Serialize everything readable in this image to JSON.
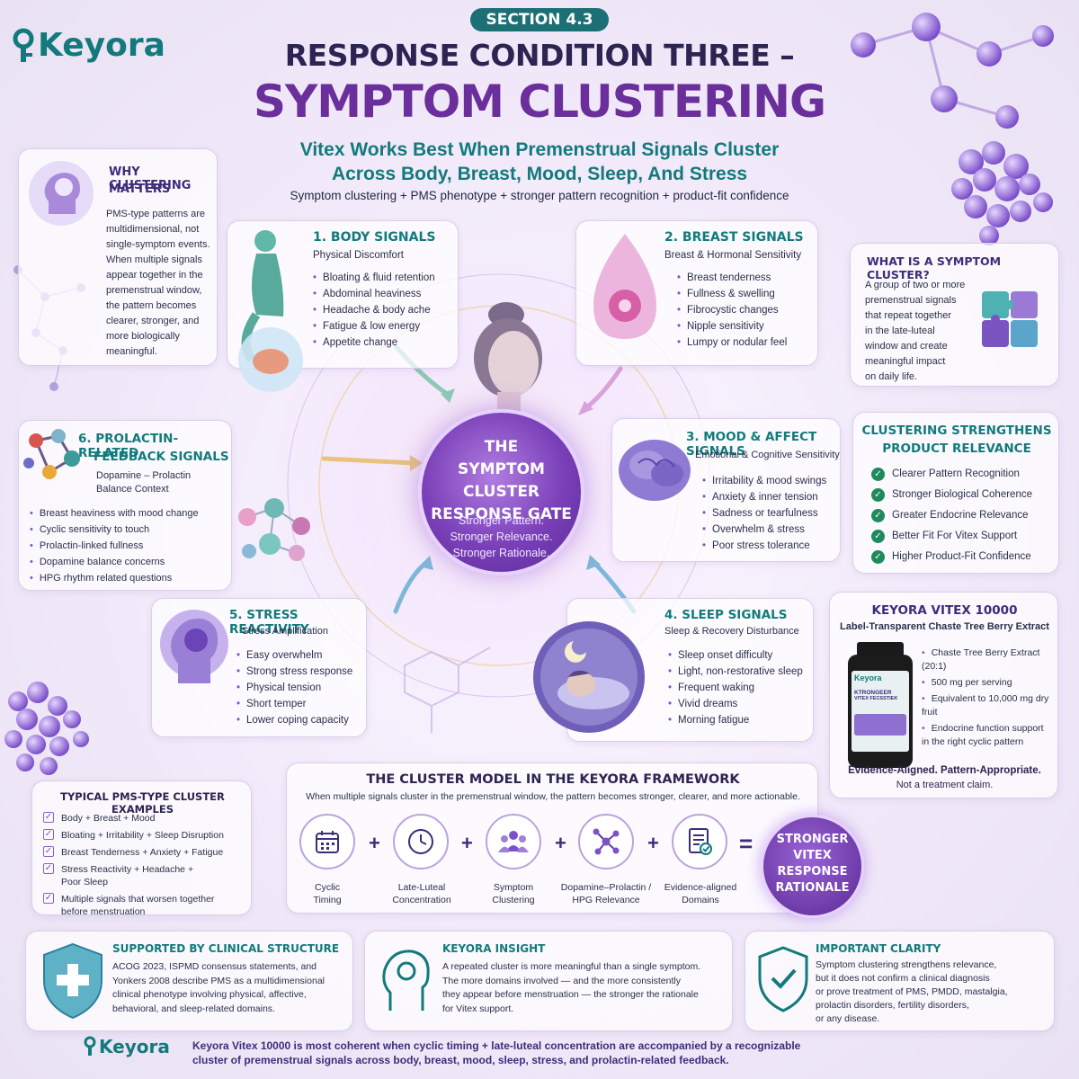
{
  "brand": {
    "name": "Keyora"
  },
  "header": {
    "section": "SECTION 4.3",
    "title_line1": "RESPONSE CONDITION THREE –",
    "title_line2": "SYMPTOM CLUSTERING",
    "subtitle_line1": "Vitex Works Best When Premenstrual Signals Cluster",
    "subtitle_line2": "Across Body, Breast, Mood, Sleep, And Stress",
    "tagline": "Symptom clustering + PMS phenotype + stronger pattern recognition + product-fit confidence"
  },
  "why": {
    "title_line1": "WHY CLUSTERING",
    "title_line2": "MATTERS",
    "lines": [
      "PMS-type patterns are",
      "multidimensional, not",
      "single-symptom events.",
      "When multiple signals",
      "appear together in the",
      "premenstrual window,",
      "the pattern becomes",
      "clearer, stronger, and",
      "more biologically",
      "meaningful."
    ]
  },
  "body": {
    "title": "1. BODY SIGNALS",
    "subtitle": "Physical Discomfort",
    "items": [
      "Bloating & fluid retention",
      "Abdominal heaviness",
      "Headache & body ache",
      "Fatigue & low energy",
      "Appetite change"
    ]
  },
  "breast": {
    "title": "2. BREAST SIGNALS",
    "subtitle": "Breast & Hormonal Sensitivity",
    "items": [
      "Breast tenderness",
      "Fullness & swelling",
      "Fibrocystic changes",
      "Nipple sensitivity",
      "Lumpy or nodular feel"
    ]
  },
  "cluster_def": {
    "title": "WHAT IS A SYMPTOM CLUSTER?",
    "lines": [
      "A group of two or more",
      "premenstrual signals",
      "that repeat together",
      "in the late-luteal",
      "window and create",
      "meaningful impact",
      "on daily life."
    ]
  },
  "prolactin": {
    "title_line1": "6. PROLACTIN-RELATED",
    "title_line2": "FEEDBACK SIGNALS",
    "subtitle_line1": "Dopamine – Prolactin",
    "subtitle_line2": "Balance Context",
    "items": [
      "Breast heaviness with mood change",
      "Cyclic sensitivity to touch",
      "Prolactin-linked fullness",
      "Dopamine balance concerns",
      "HPG rhythm related questions"
    ]
  },
  "gate": {
    "line1": "THE",
    "line2": "SYMPTOM CLUSTER",
    "line3": "RESPONSE GATE",
    "s1": "Stronger Pattern.",
    "s2": "Stronger Relevance.",
    "s3": "Stronger Rationale."
  },
  "mood": {
    "title": "3. MOOD & AFFECT SIGNALS",
    "subtitle": "Emotional & Cognitive Sensitivity",
    "items": [
      "Irritability & mood swings",
      "Anxiety & inner tension",
      "Sadness or tearfulness",
      "Overwhelm & stress",
      "Poor stress tolerance"
    ]
  },
  "strength": {
    "title_line1": "CLUSTERING STRENGTHENS",
    "title_line2": "PRODUCT RELEVANCE",
    "items": [
      "Clearer Pattern Recognition",
      "Stronger Biological Coherence",
      "Greater Endocrine Relevance",
      "Better Fit For Vitex Support",
      "Higher Product-Fit Confidence"
    ]
  },
  "stress": {
    "title": "5. STRESS REACTIVITY",
    "subtitle": "Stress Amplification",
    "items": [
      "Easy overwhelm",
      "Strong stress response",
      "Physical tension",
      "Short temper",
      "Lower coping capacity"
    ]
  },
  "sleep": {
    "title": "4. SLEEP SIGNALS",
    "subtitle": "Sleep & Recovery Disturbance",
    "items": [
      "Sleep onset difficulty",
      "Light, non-restorative sleep",
      "Frequent waking",
      "Vivid dreams",
      "Morning fatigue"
    ]
  },
  "product": {
    "title": "KEYORA VITEX 10000",
    "subtitle": "Label-Transparent Chaste Tree Berry Extract",
    "bottle_brand": "Keyora",
    "bottle_text1": "KTRONGEER",
    "bottle_text2": "VITEX FECSSTIEK",
    "items": [
      "Chaste Tree Berry Extract (20:1)",
      "500 mg per serving",
      "Equivalent to 10,000 mg dry fruit",
      "Endocrine function support in the right cyclic pattern"
    ],
    "footer1": "Evidence-Aligned. Pattern-Appropriate.",
    "footer2": "Not a treatment claim."
  },
  "model": {
    "title": "THE CLUSTER MODEL IN THE KEYORA FRAMEWORK",
    "desc": "When multiple signals cluster in the premenstrual window, the pattern becomes stronger, clearer, and more actionable.",
    "steps": [
      {
        "l1": "Cyclic",
        "l2": "Timing"
      },
      {
        "l1": "Late-Luteal",
        "l2": "Concentration"
      },
      {
        "l1": "Symptom",
        "l2": "Clustering"
      },
      {
        "l1": "Dopamine–Prolactin /",
        "l2": "HPG Relevance"
      },
      {
        "l1": "Evidence-aligned",
        "l2": "Domains"
      }
    ],
    "result": [
      "STRONGER",
      "VITEX",
      "RESPONSE",
      "RATIONALE"
    ]
  },
  "examples": {
    "title": "TYPICAL PMS-TYPE CLUSTER EXAMPLES",
    "items": [
      "Body + Breast + Mood",
      "Bloating + Irritability + Sleep Disruption",
      "Breast Tenderness + Anxiety + Fatigue",
      "Stress Reactivity + Headache + Poor Sleep",
      "Multiple signals that worsen together before menstruation"
    ]
  },
  "clinical": {
    "title": "SUPPORTED BY CLINICAL STRUCTURE",
    "lines": [
      "ACOG 2023, ISPMD consensus statements, and",
      "Yonkers 2008 describe PMS as a multidimensional",
      "clinical phenotype involving physical, affective,",
      "behavioral, and sleep-related domains."
    ]
  },
  "insight": {
    "title": "KEYORA INSIGHT",
    "lines": [
      "A repeated cluster is more meaningful than a single symptom.",
      "The more domains involved — and the more consistently",
      "they appear before menstruation — the stronger the rationale",
      "for Vitex support."
    ]
  },
  "clarity": {
    "title": "IMPORTANT CLARITY",
    "lines": [
      "Symptom clustering strengthens relevance,",
      "but it does not confirm a clinical diagnosis",
      "or prove treatment of PMS, PMDD, mastalgia,",
      "prolactin disorders, fertility disorders,",
      "or any disease."
    ]
  },
  "footer": {
    "line1": "Keyora Vitex 10000 is most coherent when cyclic timing + late-luteal concentration are accompanied by a recognizable",
    "line2": "cluster of premenstrual signals across body, breast, mood, sleep, stress, and prolactin-related feedback."
  },
  "colors": {
    "accent": "#3b2d7a",
    "teal": "#127a7c",
    "purple": "#7b52c9",
    "check": "#1f8a5c"
  }
}
